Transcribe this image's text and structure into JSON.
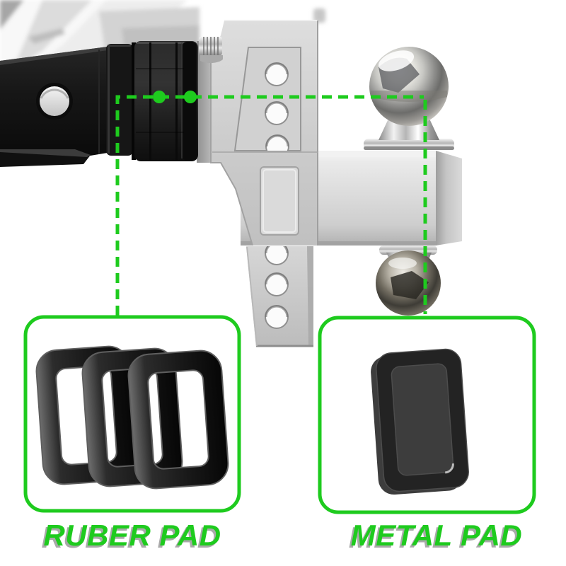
{
  "colors": {
    "accent_green": "#1ecb1e",
    "label_shadow": "#a9a9a9",
    "background": "#ffffff",
    "hitch_silver": "#cfcfcf",
    "tube_black": "#161616",
    "rubber_black": "#1e1e1e",
    "chrome_highlight": "#f2f2f2"
  },
  "callouts": [
    {
      "id": "rubber-pad",
      "label": "RUBER PAD",
      "pad_count": 3
    },
    {
      "id": "metal-pad",
      "label": "METAL PAD",
      "pad_count": 1
    }
  ]
}
